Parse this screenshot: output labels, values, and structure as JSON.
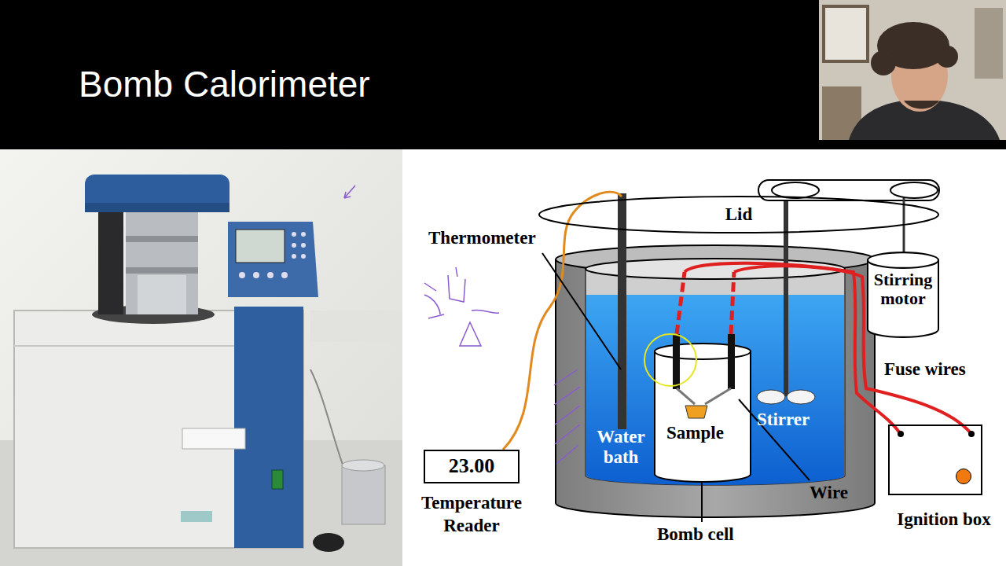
{
  "diagram": {
    "title": "Bomb Calorimeter",
    "nodes": [
      {
        "text": [
          "Lid"
        ]
      },
      {
        "text": [
          "Stirring motor"
        ]
      },
      {
        "text": [
          "23.00",
          "Temperature Reader"
        ]
      },
      {
        "text": [
          "Ignition box"
        ]
      }
    ],
    "labels": [
      "Thermometer",
      "Fuse wires",
      "Water bath",
      "Sample",
      "Stirrer",
      "Wire",
      "Bomb cell"
    ]
  }
}
